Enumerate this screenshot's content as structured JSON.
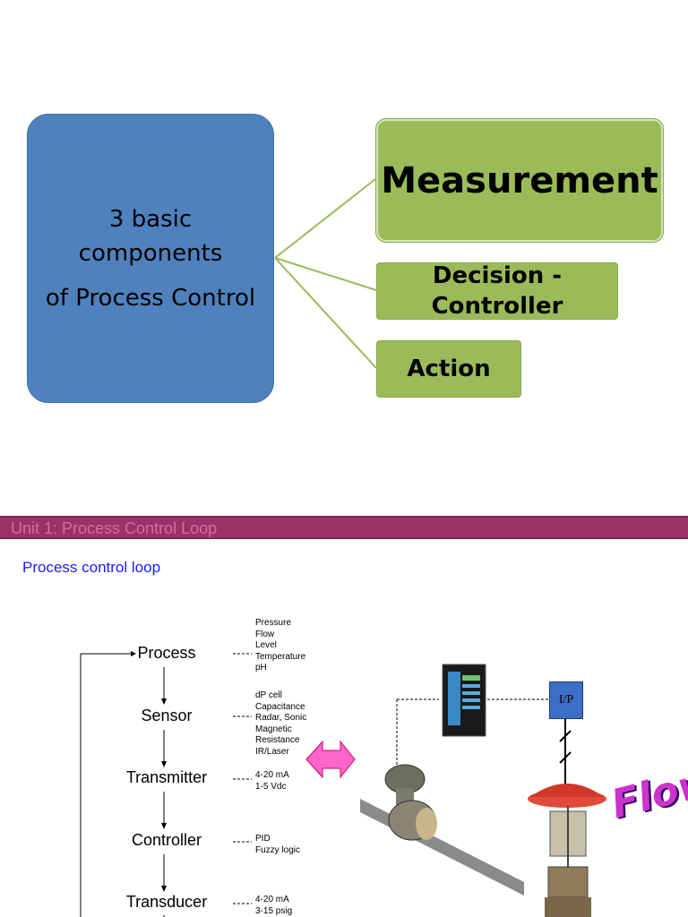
{
  "slide1": {
    "main_box": {
      "lines": [
        "3 basic",
        "components",
        "of Process Control"
      ]
    },
    "measurement": "Measurement",
    "decision": {
      "line1": "Decision -",
      "line2": "Controller"
    },
    "action": "Action",
    "colors": {
      "main_box": "#4f81bd",
      "branch_box": "#9bbb59",
      "connector": "#9bbb59"
    }
  },
  "slide2": {
    "title_bar": "Unit 1: Process Control Loop",
    "subtitle": "Process control loop",
    "steps": [
      {
        "label": "Process",
        "notes": [
          "Pressure",
          "Flow",
          "Level",
          "Temperature",
          "pH"
        ]
      },
      {
        "label": "Sensor",
        "notes": [
          "dP cell",
          "Capacitance",
          "Radar, Sonic",
          "Magnetic",
          "Resistance",
          "IR/Laser"
        ]
      },
      {
        "label": "Transmitter",
        "notes": [
          "4-20 mA",
          "1-5 Vdc"
        ]
      },
      {
        "label": "Controller",
        "notes": [
          "PID",
          "Fuzzy logic"
        ]
      },
      {
        "label": "Transducer",
        "notes": [
          "4-20 mA",
          "3-15 psig"
        ]
      }
    ],
    "ip_label": "I/P",
    "flow_text": "Flow",
    "colors": {
      "title_bar": "#993366",
      "title_text": "#d96aa8",
      "subtitle": "#1a1aff",
      "double_arrow": "#ff66cc",
      "ip_box": "#3d6fc7",
      "valve": "#e04a3a"
    },
    "icons": [
      "controller-display-icon",
      "flowmeter-icon",
      "control-valve-icon",
      "double-arrow-icon"
    ]
  }
}
